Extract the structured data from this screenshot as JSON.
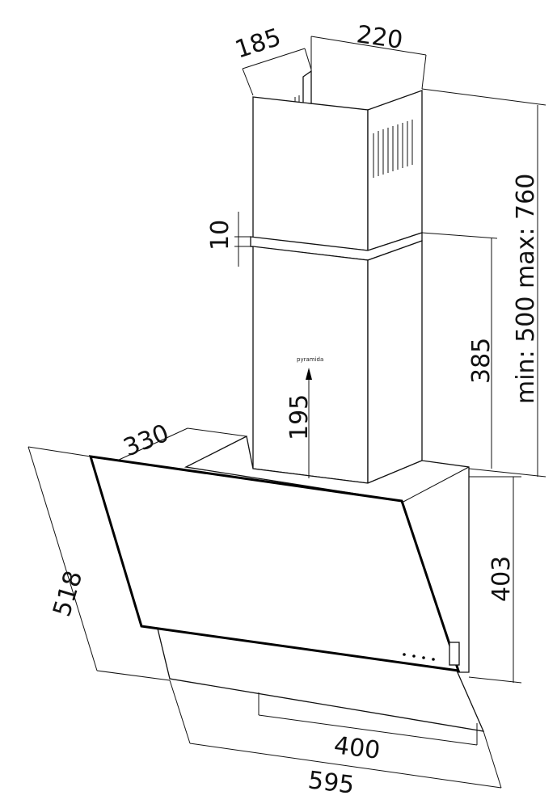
{
  "brand_logo": "pyramida",
  "dimensions": {
    "chimney_depth": "185",
    "chimney_width": "220",
    "chimney_height_range": "min: 500 max: 760",
    "seam_gap": "10",
    "lower_chimney_height": "385",
    "logo_height": "195",
    "hood_depth": "330",
    "glass_length": "518",
    "hood_height": "403",
    "lower_width": "400",
    "total_width": "595"
  },
  "colors": {
    "line": "#111111",
    "background": "#ffffff"
  }
}
